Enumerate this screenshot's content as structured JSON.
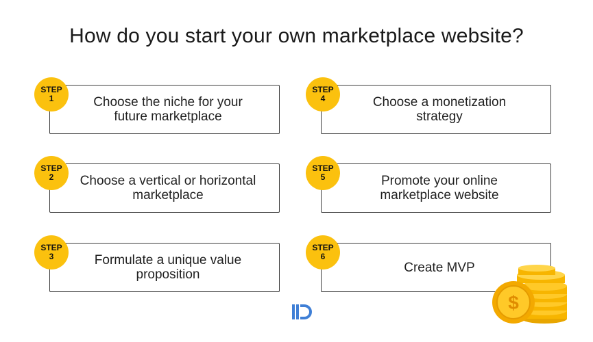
{
  "title": "How do you start your own marketplace website?",
  "steps": [
    {
      "label": "STEP",
      "number": "1",
      "text": "Choose the niche for your future marketplace"
    },
    {
      "label": "STEP",
      "number": "2",
      "text": "Choose a vertical or horizontal marketplace"
    },
    {
      "label": "STEP",
      "number": "3",
      "text": "Formulate a unique value proposition"
    },
    {
      "label": "STEP",
      "number": "4",
      "text": "Choose a monetization strategy"
    },
    {
      "label": "STEP",
      "number": "5",
      "text": "Promote your online marketplace website"
    },
    {
      "label": "STEP",
      "number": "6",
      "text": "Create MVP"
    }
  ],
  "coin_symbol": "$",
  "colors": {
    "accent": "#fbc10e",
    "logo": "#3f7fd6",
    "border": "#3a3a3a"
  },
  "icons": {
    "logo": "brand-logo-icon",
    "coins": "coin-stack-icon"
  }
}
